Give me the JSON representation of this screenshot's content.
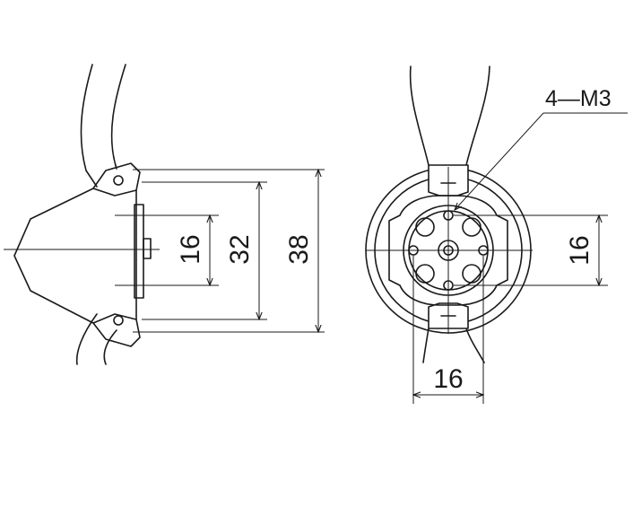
{
  "side_view": {
    "dimensions": [
      "16",
      "32",
      "38"
    ]
  },
  "front_view": {
    "hole_callout": "4—M3",
    "dimension_vertical": "16",
    "dimension_horizontal": "16"
  },
  "colors": {
    "line": "#1a1a1a",
    "background": "#ffffff"
  }
}
